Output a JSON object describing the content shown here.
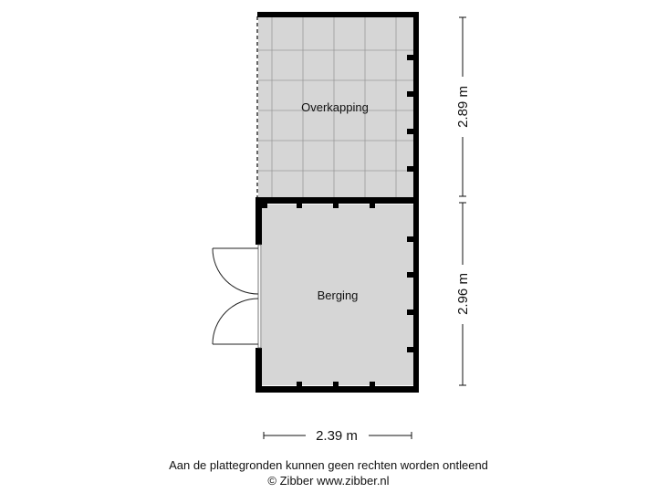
{
  "rooms": {
    "top": {
      "label": "Overkapping"
    },
    "bottom": {
      "label": "Berging"
    }
  },
  "dimensions": {
    "top_height": "2.89 m",
    "bottom_height": "2.96 m",
    "width": "2.39 m"
  },
  "footer": {
    "disclaimer": "Aan de plattegronden kunnen geen rechten worden ontleend",
    "copyright": "© Zibber www.zibber.nl"
  },
  "colors": {
    "room_fill": "#d6d6d6",
    "wall": "#000000",
    "grid_line": "#9a9a9a"
  }
}
